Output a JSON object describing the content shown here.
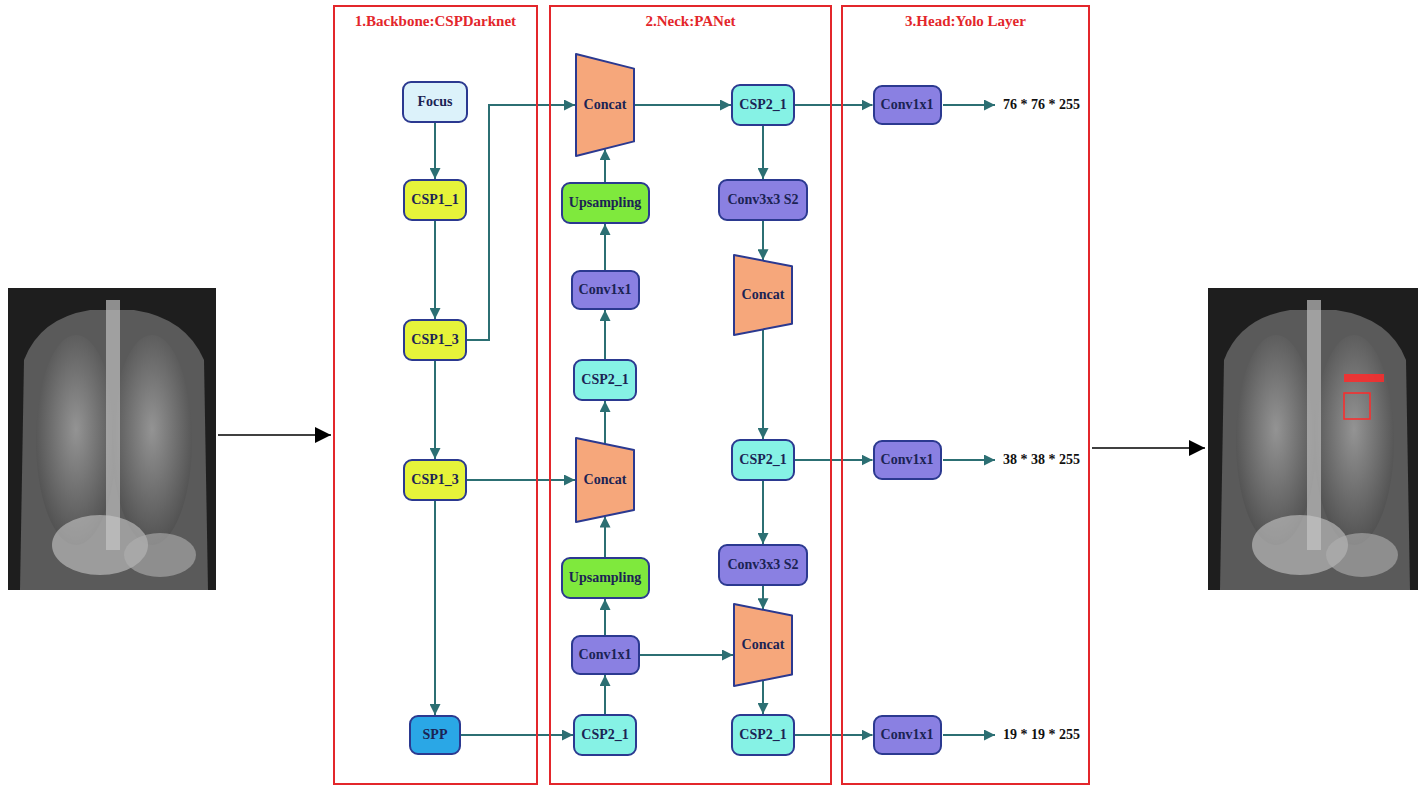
{
  "diagram": {
    "nodes": [
      {
        "text": [
          "1.Backbone:CSPDarknet"
        ]
      },
      {
        "text": [
          "Focus"
        ],
        "in": 0
      },
      {
        "text": [
          "CSP1_1"
        ],
        "in": 0
      },
      {
        "text": [
          "CSP1_3"
        ],
        "in": 0
      },
      {
        "text": [
          "CSP1_3"
        ],
        "in": 0
      },
      {
        "text": [
          "SPP"
        ],
        "in": 0
      },
      {
        "text": [
          "2.Neck:PANet"
        ]
      },
      {
        "text": [
          "Concat"
        ],
        "in": 6
      },
      {
        "text": [
          "Upsampling"
        ],
        "in": 6
      },
      {
        "text": [
          "Conv1x1"
        ],
        "in": 6
      },
      {
        "text": [
          "CSP2_1"
        ],
        "in": 6
      },
      {
        "text": [
          "Concat"
        ],
        "in": 6
      },
      {
        "text": [
          "Upsampling"
        ],
        "in": 6
      },
      {
        "text": [
          "Conv1x1"
        ],
        "in": 6
      },
      {
        "text": [
          "CSP2_1"
        ],
        "in": 6
      },
      {
        "text": [
          "CSP2_1"
        ],
        "in": 6
      },
      {
        "text": [
          "Conv3x3 S2"
        ],
        "in": 6
      },
      {
        "text": [
          "Concat"
        ],
        "in": 6
      },
      {
        "text": [
          "CSP2_1"
        ],
        "in": 6
      },
      {
        "text": [
          "Conv3x3 S2"
        ],
        "in": 6
      },
      {
        "text": [
          "Concat"
        ],
        "in": 6
      },
      {
        "text": [
          "CSP2_1"
        ],
        "in": 6
      },
      {
        "text": [
          "3.Head:Yolo Layer"
        ]
      },
      {
        "text": [
          "Conv1x1"
        ],
        "in": 22
      },
      {
        "text": [
          "Conv1x1"
        ],
        "in": 22
      },
      {
        "text": [
          "Conv1x1"
        ],
        "in": 22
      }
    ],
    "edges": [
      {
        "from": 1,
        "to": 2,
        "arrow": "to"
      },
      {
        "from": 2,
        "to": 3,
        "arrow": "to"
      },
      {
        "from": 3,
        "to": 4,
        "arrow": "to"
      },
      {
        "from": 4,
        "to": 5,
        "arrow": "to"
      },
      {
        "from": 3,
        "to": 7,
        "arrow": "to"
      },
      {
        "from": 4,
        "to": 11,
        "arrow": "to"
      },
      {
        "from": 5,
        "to": 14,
        "arrow": "to"
      },
      {
        "from": 14,
        "to": 13,
        "arrow": "to"
      },
      {
        "from": 13,
        "to": 12,
        "arrow": "to"
      },
      {
        "from": 12,
        "to": 11,
        "arrow": "to"
      },
      {
        "from": 11,
        "to": 10,
        "arrow": "to"
      },
      {
        "from": 10,
        "to": 9,
        "arrow": "to"
      },
      {
        "from": 9,
        "to": 8,
        "arrow": "to"
      },
      {
        "from": 8,
        "to": 7,
        "arrow": "to"
      },
      {
        "from": 7,
        "to": 15,
        "arrow": "to"
      },
      {
        "from": 15,
        "to": 16,
        "arrow": "to"
      },
      {
        "from": 16,
        "to": 17,
        "arrow": "to"
      },
      {
        "from": 17,
        "to": 18,
        "arrow": "to"
      },
      {
        "from": 18,
        "to": 19,
        "arrow": "to"
      },
      {
        "from": 19,
        "to": 20,
        "arrow": "to"
      },
      {
        "from": 13,
        "to": 20,
        "arrow": "to"
      },
      {
        "from": 20,
        "to": 21,
        "arrow": "to"
      },
      {
        "from": 15,
        "to": 23,
        "arrow": "to"
      },
      {
        "from": 18,
        "to": 24,
        "arrow": "to"
      },
      {
        "from": 21,
        "to": 25,
        "arrow": "to"
      }
    ],
    "labels": [
      "76 * 76 * 255",
      "38 * 38 * 255",
      "19 * 19 * 255"
    ]
  }
}
